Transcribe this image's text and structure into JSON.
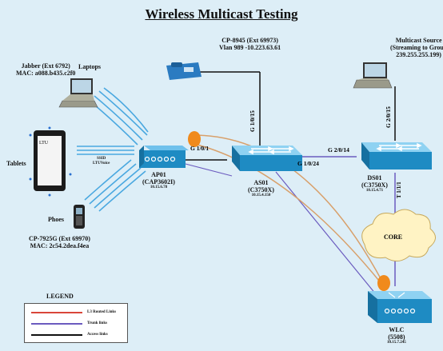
{
  "title": "Wireless Multicast Testing",
  "colors": {
    "background": "#ddeef7",
    "switch": "#1e8bc3",
    "ap": "#1e8bc3",
    "phone": "#2b7bc1",
    "l3_link": "#d9463a",
    "trunk_link": "#6b5bbf",
    "access_link": "#111111",
    "multicast_path": "#d8a06b",
    "core_cloud": "#fff3c4",
    "multicast_marker": "#f08a1c"
  },
  "devices": {
    "laptop_top_left_label": "Laptops",
    "jabber_line1": "Jabber (Ext 6792)",
    "jabber_line2": "MAC: a088.b435.c2f0",
    "tablet_screen_text": "LTU",
    "tablets_label": "Tablets",
    "ssid_line1": "SSID",
    "ssid_line2": "LTUVoice",
    "phones_label": "Phoes",
    "phone_ext_line1": "CP-7925G (Ext 69970)",
    "phone_ext_line2": "MAC: 2c54.2dea.f4ea",
    "desk_phone_line1": "CP-8945 (Ext 69973)",
    "desk_phone_line2": "Vlan 989 -10.223.63.61",
    "multicast_source_line1": "Multicast Source",
    "multicast_source_line2": "(Streaming to Group",
    "multicast_source_line3": "239.255.255.199)",
    "ap_name": "AP01",
    "ap_model": "(CAP3602I)",
    "ap_ip": "10.15.6.78",
    "as_name": "AS01",
    "as_model": "(C3750X)",
    "as_ip": "10.15.4.150",
    "ds_name": "DS01",
    "ds_model": "(C3750X)",
    "ds_ip": "10.15.4.71",
    "wlc_name": "WLC",
    "wlc_model": "(5508)",
    "wlc_ip": "10.15.7.245",
    "core_label": "CORE"
  },
  "ports": {
    "ap_as": "G 1/0/1",
    "as_phone": "G 1/0/15",
    "as_ds": "G 1/0/24",
    "ds_as": "G 2/0/14",
    "ds_laptop": "G 2/0/15",
    "ds_core": "T 1/1/1"
  },
  "legend": {
    "title": "LEGEND",
    "items": [
      {
        "label": "L3 Routed Links",
        "color": "#d9463a"
      },
      {
        "label": "Trunk links",
        "color": "#6b5bbf"
      },
      {
        "label": "Access links",
        "color": "#111111"
      }
    ]
  }
}
